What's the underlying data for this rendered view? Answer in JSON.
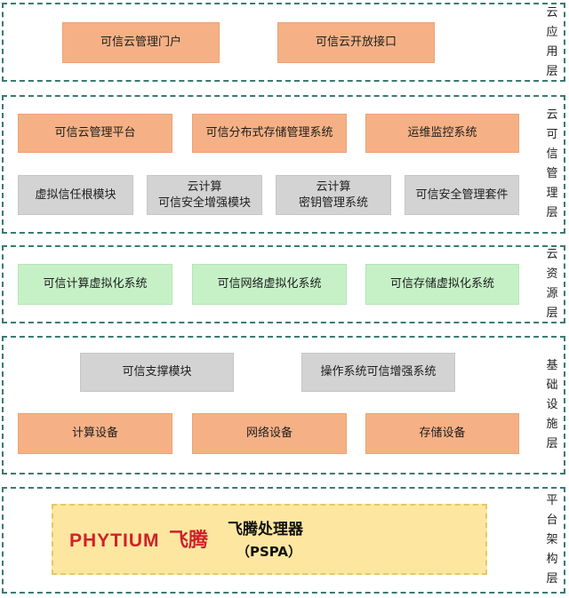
{
  "layers": {
    "cloud_app": {
      "label_chars": [
        "云",
        "应",
        "用",
        "层"
      ],
      "boxes": [
        "可信云管理门户",
        "可信云开放接口"
      ]
    },
    "cloud_trust_mgmt": {
      "label_chars": [
        "云",
        "可",
        "信",
        "管",
        "理",
        "层"
      ],
      "top_boxes": [
        "可信云管理平台",
        "可信分布式存储管理系统",
        "运维监控系统"
      ],
      "bottom_boxes": [
        {
          "line1": "虚拟信任根模块",
          "line2": ""
        },
        {
          "line1": "云计算",
          "line2": "可信安全增强模块"
        },
        {
          "line1": "云计算",
          "line2": "密钥管理系统"
        },
        {
          "line1": "可信安全管理套件",
          "line2": ""
        }
      ]
    },
    "cloud_resource": {
      "label_chars": [
        "云",
        "资",
        "源",
        "层"
      ],
      "boxes": [
        "可信计算虚拟化系统",
        "可信网络虚拟化系统",
        "可信存储虚拟化系统"
      ]
    },
    "infrastructure": {
      "label_chars": [
        "基",
        "础",
        "设",
        "施",
        "层"
      ],
      "top_boxes": [
        "可信支撑模块",
        "操作系统可信增强系统"
      ],
      "bottom_boxes": [
        "计算设备",
        "网络设备",
        "存储设备"
      ]
    },
    "platform_arch": {
      "label_chars": [
        "平",
        "台",
        "架",
        "构",
        "层"
      ],
      "logo_text_en": "PHYTIUM",
      "logo_text_cn": "飞腾",
      "processor_title": "飞腾处理器",
      "processor_sub": "（PSPA）"
    }
  },
  "colors": {
    "border": "#3b7a72",
    "orange": "#f5b185",
    "gray": "#d3d3d3",
    "green": "#c6f1c7",
    "yellow": "#fde7a0",
    "logo_red": "#d0202a"
  }
}
